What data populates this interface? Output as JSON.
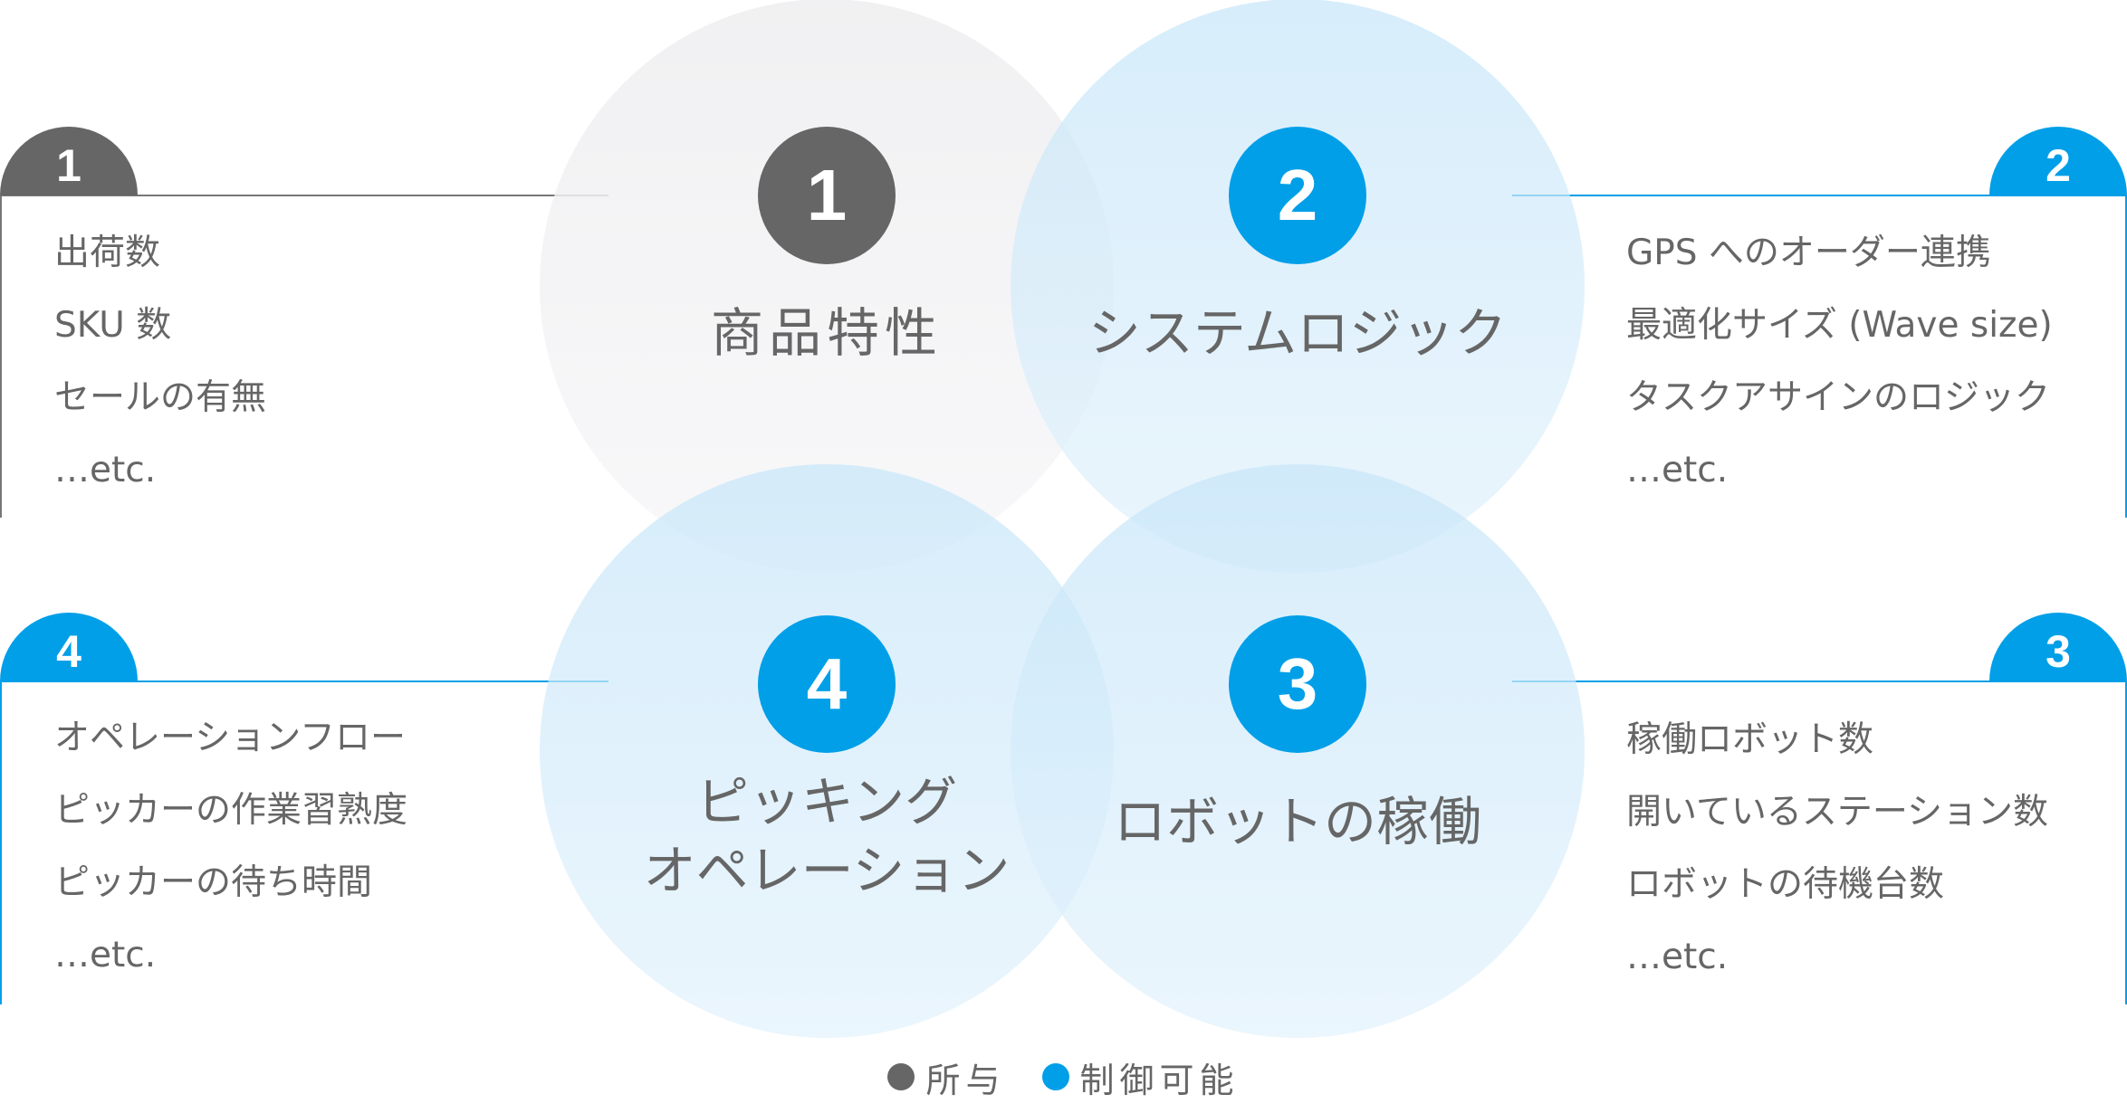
{
  "colors": {
    "given": "#666666",
    "controllable": "#009fe8",
    "given_circle": "#f2f2f4",
    "controllable_circle": "#cde9fa"
  },
  "items": [
    {
      "number": "1",
      "title": "商品特性",
      "category": "given",
      "details": [
        "出荷数",
        "SKU 数",
        "セールの有無",
        "…etc."
      ]
    },
    {
      "number": "2",
      "title": "システムロジック",
      "category": "controllable",
      "details": [
        "GPS へのオーダー連携",
        "最適化サイズ (Wave size)",
        "タスクアサインのロジック",
        "…etc."
      ]
    },
    {
      "number": "3",
      "title": "ロボットの稼働",
      "category": "controllable",
      "details": [
        "稼働ロボット数",
        "開いているステーション数",
        "ロボットの待機台数",
        "…etc."
      ]
    },
    {
      "number": "4",
      "title": "ピッキング\nオペレーション",
      "title_lines": [
        "ピッキング",
        "オペレーション"
      ],
      "category": "controllable",
      "details": [
        "オペレーションフロー",
        "ピッカーの作業習熟度",
        "ピッカーの待ち時間",
        "…etc."
      ]
    }
  ],
  "legend": {
    "given_label": "所与",
    "controllable_label": "制御可能"
  }
}
